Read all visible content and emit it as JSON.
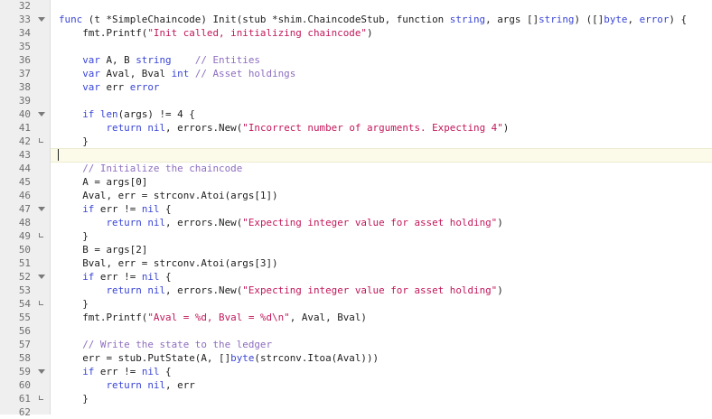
{
  "colors": {
    "keyword": "#3a46d6",
    "string": "#c2185b",
    "comment": "#8e6fbf"
  },
  "current_line": 43,
  "lines": [
    {
      "n": "32",
      "fold": "",
      "t": []
    },
    {
      "n": "33",
      "fold": "open",
      "t": [
        [
          "k",
          "func"
        ],
        [
          "p",
          " (t *SimpleChaincode) Init(stub *shim.ChaincodeStub, function "
        ],
        [
          "k",
          "string"
        ],
        [
          "p",
          ", args []"
        ],
        [
          "k",
          "string"
        ],
        [
          "p",
          ") ([]"
        ],
        [
          "k",
          "byte"
        ],
        [
          "p",
          ", "
        ],
        [
          "k",
          "error"
        ],
        [
          "p",
          ") {"
        ]
      ]
    },
    {
      "n": "34",
      "fold": "",
      "t": [
        [
          "p",
          "    fmt.Printf("
        ],
        [
          "s",
          "\"Init called, initializing chaincode\""
        ],
        [
          "p",
          ")"
        ]
      ]
    },
    {
      "n": "35",
      "fold": "",
      "t": []
    },
    {
      "n": "36",
      "fold": "",
      "t": [
        [
          "p",
          "    "
        ],
        [
          "k",
          "var"
        ],
        [
          "p",
          " A, B "
        ],
        [
          "k",
          "string"
        ],
        [
          "p",
          "    "
        ],
        [
          "c",
          "// Entities"
        ]
      ]
    },
    {
      "n": "37",
      "fold": "",
      "t": [
        [
          "p",
          "    "
        ],
        [
          "k",
          "var"
        ],
        [
          "p",
          " Aval, Bval "
        ],
        [
          "k",
          "int"
        ],
        [
          "p",
          " "
        ],
        [
          "c",
          "// Asset holdings"
        ]
      ]
    },
    {
      "n": "38",
      "fold": "",
      "t": [
        [
          "p",
          "    "
        ],
        [
          "k",
          "var"
        ],
        [
          "p",
          " err "
        ],
        [
          "k",
          "error"
        ]
      ]
    },
    {
      "n": "39",
      "fold": "",
      "t": []
    },
    {
      "n": "40",
      "fold": "open",
      "t": [
        [
          "p",
          "    "
        ],
        [
          "k",
          "if"
        ],
        [
          "p",
          " "
        ],
        [
          "k",
          "len"
        ],
        [
          "p",
          "(args) != 4 {"
        ]
      ]
    },
    {
      "n": "41",
      "fold": "",
      "t": [
        [
          "p",
          "        "
        ],
        [
          "k",
          "return"
        ],
        [
          "p",
          " "
        ],
        [
          "k",
          "nil"
        ],
        [
          "p",
          ", errors.New("
        ],
        [
          "s",
          "\"Incorrect number of arguments. Expecting 4\""
        ],
        [
          "p",
          ")"
        ]
      ]
    },
    {
      "n": "42",
      "fold": "end",
      "t": [
        [
          "p",
          "    }"
        ]
      ]
    },
    {
      "n": "43",
      "fold": "",
      "t": []
    },
    {
      "n": "44",
      "fold": "",
      "t": [
        [
          "p",
          "    "
        ],
        [
          "c",
          "// Initialize the chaincode"
        ]
      ]
    },
    {
      "n": "45",
      "fold": "",
      "t": [
        [
          "p",
          "    A = args[0]"
        ]
      ]
    },
    {
      "n": "46",
      "fold": "",
      "t": [
        [
          "p",
          "    Aval, err = strconv.Atoi(args[1])"
        ]
      ]
    },
    {
      "n": "47",
      "fold": "open",
      "t": [
        [
          "p",
          "    "
        ],
        [
          "k",
          "if"
        ],
        [
          "p",
          " err != "
        ],
        [
          "k",
          "nil"
        ],
        [
          "p",
          " {"
        ]
      ]
    },
    {
      "n": "48",
      "fold": "",
      "t": [
        [
          "p",
          "        "
        ],
        [
          "k",
          "return"
        ],
        [
          "p",
          " "
        ],
        [
          "k",
          "nil"
        ],
        [
          "p",
          ", errors.New("
        ],
        [
          "s",
          "\"Expecting integer value for asset holding\""
        ],
        [
          "p",
          ")"
        ]
      ]
    },
    {
      "n": "49",
      "fold": "end",
      "t": [
        [
          "p",
          "    }"
        ]
      ]
    },
    {
      "n": "50",
      "fold": "",
      "t": [
        [
          "p",
          "    B = args[2]"
        ]
      ]
    },
    {
      "n": "51",
      "fold": "",
      "t": [
        [
          "p",
          "    Bval, err = strconv.Atoi(args[3])"
        ]
      ]
    },
    {
      "n": "52",
      "fold": "open",
      "t": [
        [
          "p",
          "    "
        ],
        [
          "k",
          "if"
        ],
        [
          "p",
          " err != "
        ],
        [
          "k",
          "nil"
        ],
        [
          "p",
          " {"
        ]
      ]
    },
    {
      "n": "53",
      "fold": "",
      "t": [
        [
          "p",
          "        "
        ],
        [
          "k",
          "return"
        ],
        [
          "p",
          " "
        ],
        [
          "k",
          "nil"
        ],
        [
          "p",
          ", errors.New("
        ],
        [
          "s",
          "\"Expecting integer value for asset holding\""
        ],
        [
          "p",
          ")"
        ]
      ]
    },
    {
      "n": "54",
      "fold": "end",
      "t": [
        [
          "p",
          "    }"
        ]
      ]
    },
    {
      "n": "55",
      "fold": "",
      "t": [
        [
          "p",
          "    fmt.Printf("
        ],
        [
          "s",
          "\"Aval = %d, Bval = %d\\n\""
        ],
        [
          "p",
          ", Aval, Bval)"
        ]
      ]
    },
    {
      "n": "56",
      "fold": "",
      "t": []
    },
    {
      "n": "57",
      "fold": "",
      "t": [
        [
          "p",
          "    "
        ],
        [
          "c",
          "// Write the state to the ledger"
        ]
      ]
    },
    {
      "n": "58",
      "fold": "",
      "t": [
        [
          "p",
          "    err = stub.PutState(A, []"
        ],
        [
          "k",
          "byte"
        ],
        [
          "p",
          "(strconv.Itoa(Aval)))"
        ]
      ]
    },
    {
      "n": "59",
      "fold": "open",
      "t": [
        [
          "p",
          "    "
        ],
        [
          "k",
          "if"
        ],
        [
          "p",
          " err != "
        ],
        [
          "k",
          "nil"
        ],
        [
          "p",
          " {"
        ]
      ]
    },
    {
      "n": "60",
      "fold": "",
      "t": [
        [
          "p",
          "        "
        ],
        [
          "k",
          "return"
        ],
        [
          "p",
          " "
        ],
        [
          "k",
          "nil"
        ],
        [
          "p",
          ", err"
        ]
      ]
    },
    {
      "n": "61",
      "fold": "end",
      "t": [
        [
          "p",
          "    }"
        ]
      ]
    },
    {
      "n": "62",
      "fold": "",
      "t": []
    }
  ]
}
